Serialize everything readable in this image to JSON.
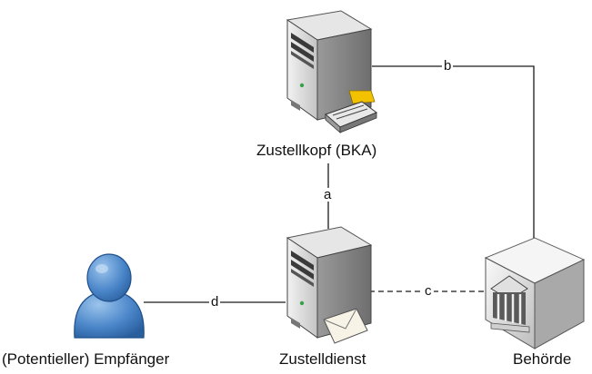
{
  "nodes": {
    "zustellkopf": {
      "label": "Zustellkopf (BKA)",
      "icon": "server-with-printer-icon"
    },
    "zustelldienst": {
      "label": "Zustelldienst",
      "icon": "server-with-letter-icon"
    },
    "empfaenger": {
      "label": "(Potentieller) Empfänger",
      "icon": "person-icon"
    },
    "behoerde": {
      "label": "Behörde",
      "icon": "building-icon"
    }
  },
  "edges": {
    "a": {
      "label": "a",
      "from": "Zustellkopf (BKA)",
      "to": "Zustelldienst",
      "style": "solid"
    },
    "b": {
      "label": "b",
      "from": "Zustellkopf (BKA)",
      "to": "Behörde",
      "style": "solid"
    },
    "c": {
      "label": "c",
      "from": "Zustelldienst",
      "to": "Behörde",
      "style": "dashed"
    },
    "d": {
      "label": "d",
      "from": "(Potentieller) Empfänger",
      "to": "Zustelldienst",
      "style": "solid"
    }
  },
  "colors": {
    "server_body": "#d9d9d9",
    "server_dark": "#3a3a3a",
    "person_blue": "#4a86c9",
    "printer_paper": "#f2c200",
    "line": "#1a1a1a"
  }
}
